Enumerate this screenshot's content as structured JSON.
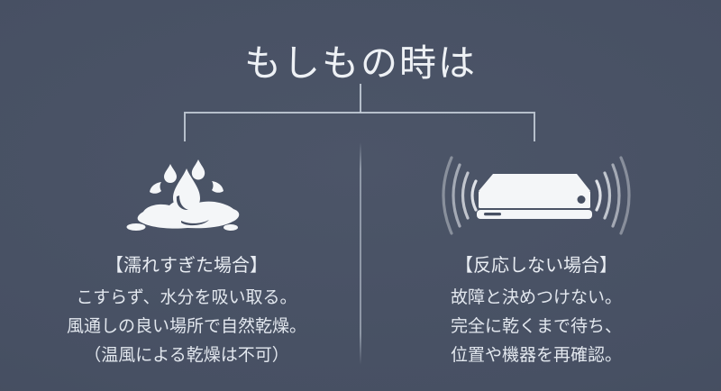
{
  "title": "もしもの時は",
  "colors": {
    "background": "#475063",
    "title_text": "#eef1f5",
    "body_text": "#e2e7ee",
    "connector_line": "#c9d2dd",
    "icon": "#f4f6f8"
  },
  "branches": {
    "left": {
      "icon": "water-splash-icon",
      "heading": "【濡れすぎた場合】",
      "lines": [
        "こすらず、水分を吸い取る。",
        "風通しの良い場所で自然乾燥。",
        "（温風による乾燥は不可）"
      ]
    },
    "right": {
      "icon": "device-no-signal-icon",
      "heading": "【反応しない場合】",
      "lines": [
        "故障と決めつけない。",
        "完全に乾くまで待ち、",
        "位置や機器を再確認。"
      ]
    }
  }
}
